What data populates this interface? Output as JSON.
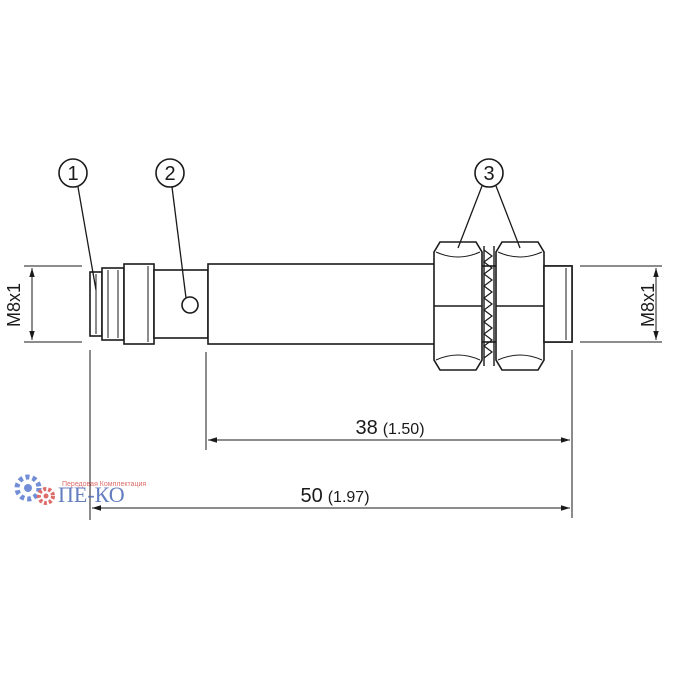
{
  "callouts": [
    "1",
    "2",
    "3"
  ],
  "thread_left": "M8x1",
  "thread_right": "M8x1",
  "dimension_38": {
    "value": "38",
    "inches": "(1.50)"
  },
  "dimension_50": {
    "value": "50",
    "inches": "(1.97)"
  },
  "watermark": {
    "name": "ПЕ-КО",
    "tagline": "Передовая Комплектация",
    "colors": {
      "text": "#4a67b5",
      "gear_blue": "#5a7bd0",
      "gear_red": "#d9534f"
    }
  },
  "colors": {
    "line": "#1a1a1a",
    "background": "#ffffff"
  }
}
